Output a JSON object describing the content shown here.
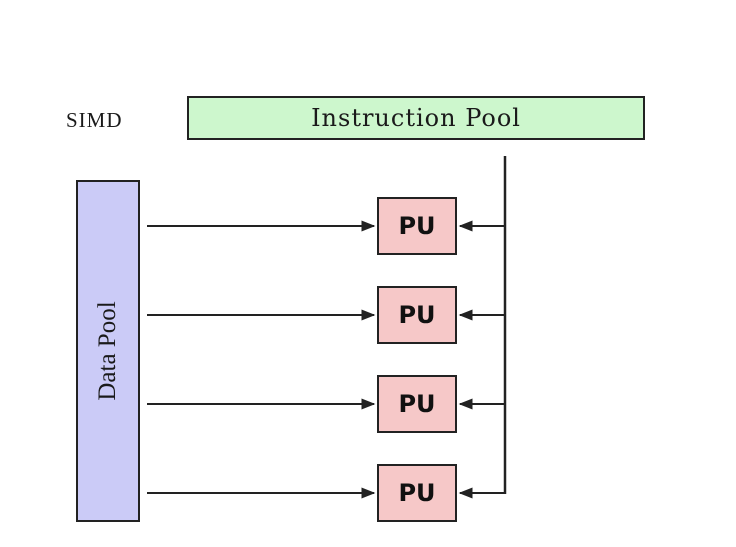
{
  "labels": {
    "architecture": "SIMD",
    "instruction_pool": "Instruction Pool",
    "data_pool": "Data Pool"
  },
  "processing_units": [
    {
      "label": "PU"
    },
    {
      "label": "PU"
    },
    {
      "label": "PU"
    },
    {
      "label": "PU"
    }
  ],
  "colors": {
    "instruction_pool_fill": "#cdf7cd",
    "data_pool_fill": "#cbcbf7",
    "pu_fill": "#f6c8c8",
    "line": "#222222"
  }
}
